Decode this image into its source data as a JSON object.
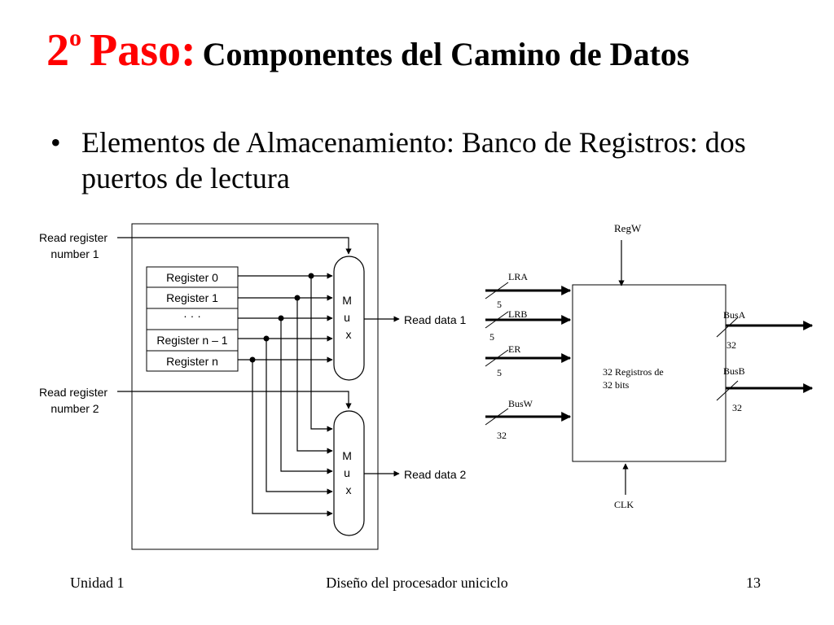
{
  "title": {
    "step_number": "2",
    "step_superscript": "o",
    "step_word": "Paso:",
    "subtitle": "Componentes del Camino de Datos"
  },
  "bullet": {
    "symbol": "•",
    "text": "Elementos de Almacenamiento: Banco de Registros: dos puertos de lectura"
  },
  "register_file_diagram": {
    "read_register_1_label": [
      "Read register",
      "number 1"
    ],
    "read_register_2_label": [
      "Read register",
      "number 2"
    ],
    "registers": [
      "Register 0",
      "Register 1",
      "· · ·",
      "Register n –  1",
      "Register n"
    ],
    "mux_label": [
      "M",
      "u",
      "x"
    ],
    "read_data_1": "Read data 1",
    "read_data_2": "Read data 2"
  },
  "register_bank_block": {
    "regw": "RegW",
    "inputs": [
      {
        "label": "LRA",
        "width": "5"
      },
      {
        "label": "LRB",
        "width": "5"
      },
      {
        "label": "ER",
        "width": "5"
      },
      {
        "label": "BusW",
        "width": "32"
      }
    ],
    "body": [
      "32 Registros de",
      "32 bits"
    ],
    "outputs": [
      {
        "label": "BusA",
        "width": "32"
      },
      {
        "label": "BusB",
        "width": "32"
      }
    ],
    "clk": "CLK"
  },
  "footer": {
    "left": "Unidad 1",
    "center": "Diseño del procesador uniciclo",
    "page": "13"
  },
  "colors": {
    "title_accent": "#ff0000",
    "text": "#000000",
    "background": "#ffffff"
  }
}
